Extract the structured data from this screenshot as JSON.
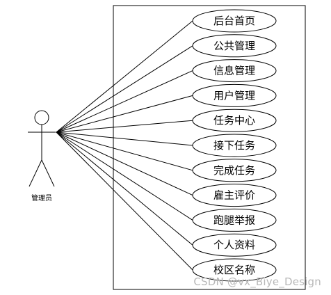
{
  "actor": {
    "label": "管理员"
  },
  "use_cases": [
    {
      "label": "后台首页"
    },
    {
      "label": "公共管理"
    },
    {
      "label": "信息管理"
    },
    {
      "label": "用户管理"
    },
    {
      "label": "任务中心"
    },
    {
      "label": "接下任务"
    },
    {
      "label": "完成任务"
    },
    {
      "label": "雇主评价"
    },
    {
      "label": "跑腿举报"
    },
    {
      "label": "个人资料"
    },
    {
      "label": "校区名称"
    }
  ],
  "watermark": "CSDN @vx_Biye_Design",
  "colors": {
    "stroke": "#000000",
    "background": "#ffffff",
    "watermark": "#b8b8b8"
  }
}
